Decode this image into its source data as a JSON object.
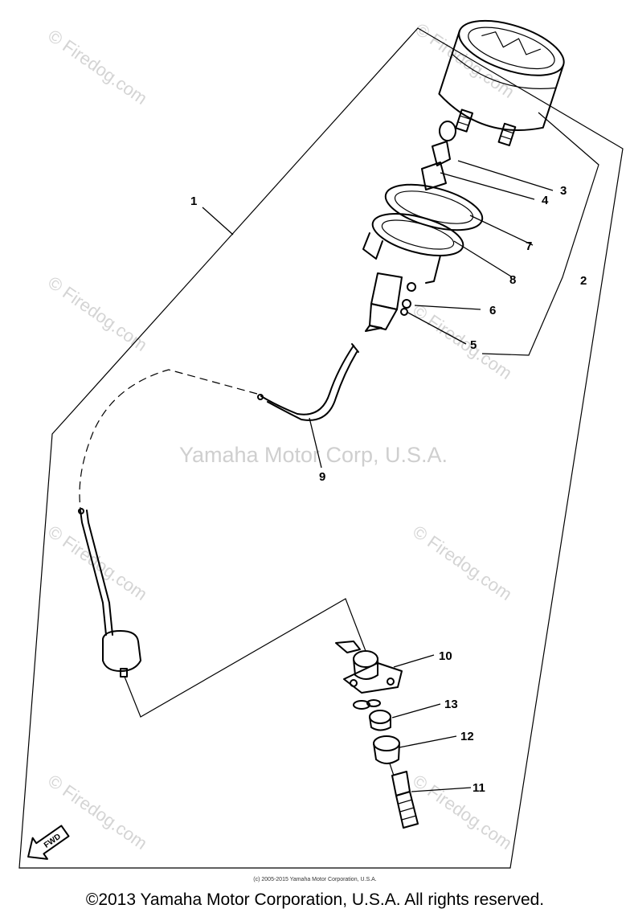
{
  "watermarks": {
    "site": "© Firedog.com",
    "center": "Yamaha Motor Corp, U.S.A."
  },
  "callouts": [
    "1",
    "2",
    "3",
    "4",
    "5",
    "6",
    "7",
    "8",
    "9",
    "10",
    "11",
    "12",
    "13"
  ],
  "fwd_badge": "FWD",
  "footer": {
    "small_print": "(c) 2005-2015 Yamaha Motor Corporation, U.S.A.",
    "copyright": "©2013 Yamaha Motor Corporation, U.S.A. All rights reserved."
  }
}
